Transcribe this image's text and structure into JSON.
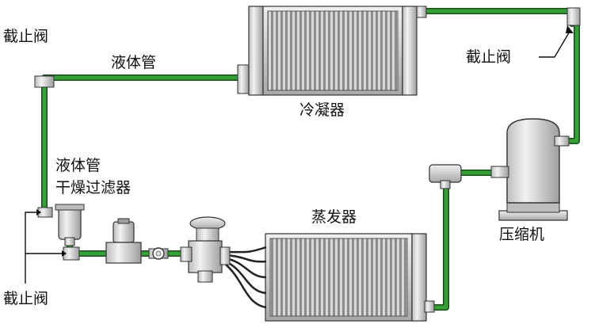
{
  "labels": {
    "valve_top_left": "截止阀",
    "liquid_line_top": "液体管",
    "condenser": "冷凝器",
    "valve_top_right": "截止阀",
    "liquid_line_mid": "液体管",
    "filter_drier": "干燥过滤器",
    "evaporator": "蒸发器",
    "compressor": "压缩机",
    "valve_bottom_left": "截止阀"
  },
  "colors": {
    "pipe": "#2e8b2e",
    "pipe_edge": "#1b4d1b",
    "metal_light": "#e6e6e6",
    "metal_dark": "#8a8a8a",
    "fins": "#9a9a9a",
    "outline": "#222222"
  }
}
